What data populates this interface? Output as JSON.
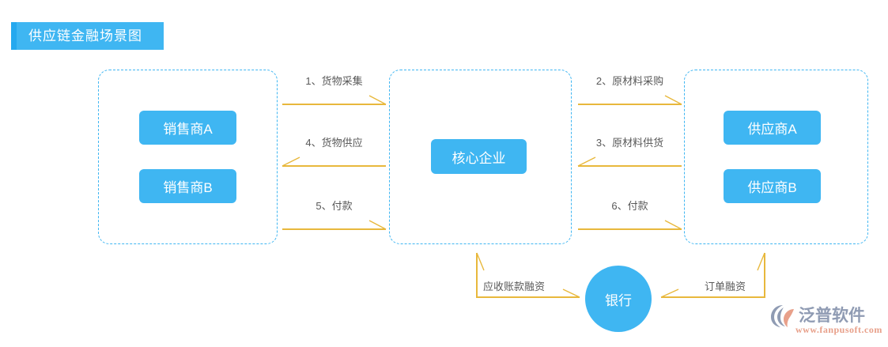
{
  "header": {
    "title": "供应链金融场景图",
    "bar_color": "#3fb6f2",
    "accent_color": "#25a9ef"
  },
  "diagram": {
    "type": "flow-diagram",
    "node_color": "#3fb6f2",
    "arrow_color": "#e8b83c",
    "box_border_color": "#3fb6f2",
    "groups": [
      {
        "id": "left",
        "name": "sellers-group",
        "nodes": [
          {
            "label": "销售商A"
          },
          {
            "label": "销售商B"
          }
        ]
      },
      {
        "id": "center",
        "name": "core-enterprise-group",
        "nodes": [
          {
            "label": "核心企业"
          }
        ]
      },
      {
        "id": "right",
        "name": "suppliers-group",
        "nodes": [
          {
            "label": "供应商A"
          },
          {
            "label": "供应商B"
          }
        ]
      }
    ],
    "bank": {
      "label": "银行"
    },
    "flows": [
      {
        "id": "flow-1",
        "label": "1、货物采集",
        "from": "sellers",
        "to": "core",
        "direction": "right"
      },
      {
        "id": "flow-4",
        "label": "4、货物供应",
        "from": "core",
        "to": "sellers",
        "direction": "left"
      },
      {
        "id": "flow-5",
        "label": "5、付款",
        "from": "sellers",
        "to": "core",
        "direction": "right"
      },
      {
        "id": "flow-2",
        "label": "2、原材料采购",
        "from": "core",
        "to": "suppliers",
        "direction": "right"
      },
      {
        "id": "flow-3",
        "label": "3、原材料供货",
        "from": "suppliers",
        "to": "core",
        "direction": "left"
      },
      {
        "id": "flow-6",
        "label": "6、付款",
        "from": "core",
        "to": "suppliers",
        "direction": "right"
      }
    ],
    "financing": [
      {
        "id": "elbow-left",
        "label": "应收账款融资",
        "from": "bank",
        "to": "core"
      },
      {
        "id": "elbow-right",
        "label": "订单融资",
        "from": "bank",
        "to": "suppliers"
      }
    ]
  },
  "brand": {
    "name": "泛普软件",
    "url": "www.fanpusoft.com",
    "name_color": "#8f9bb3",
    "url_color": "#e8a08a"
  }
}
